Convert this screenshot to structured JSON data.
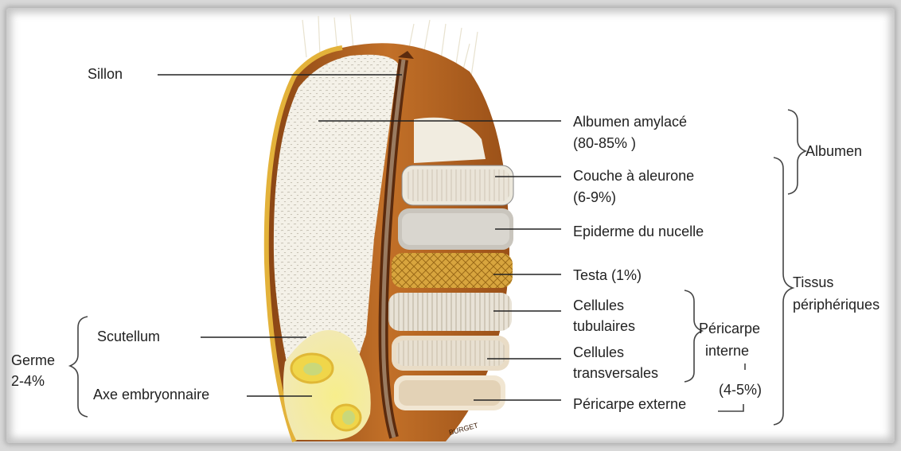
{
  "labels": {
    "sillon": "Sillon",
    "albumen_amylace": "Albumen amylacé",
    "albumen_amylace_pct": "(80-85% )",
    "albumen": "Albumen",
    "couche_aleurone": "Couche à aleurone",
    "couche_aleurone_pct": "(6-9%)",
    "epiderme": "Epiderme du nucelle",
    "testa": "Testa (1%)",
    "cellules_tub_1": "Cellules",
    "cellules_tub_2": "tubulaires",
    "cellules_trans_1": "Cellules",
    "cellules_trans_2": "transversales",
    "pericarpe_interne_1": "Péricarpe",
    "pericarpe_interne_2": "interne",
    "pericarpe_externe": "Péricarpe externe",
    "pericarpe_pct": "(4-5%)",
    "tissus_1": "Tissus",
    "tissus_2": "périphériques",
    "scutellum": "Scutellum",
    "axe": "Axe embryonnaire",
    "germe_1": "Germe",
    "germe_2": "2-4%",
    "watermark": "BURGET"
  },
  "colors": {
    "bran": "#b8651f",
    "bran_dark": "#7a3a12",
    "albumen": "#f2efe6",
    "germ": "#f4e36a",
    "testa": "#d9a640",
    "line": "#222222"
  }
}
